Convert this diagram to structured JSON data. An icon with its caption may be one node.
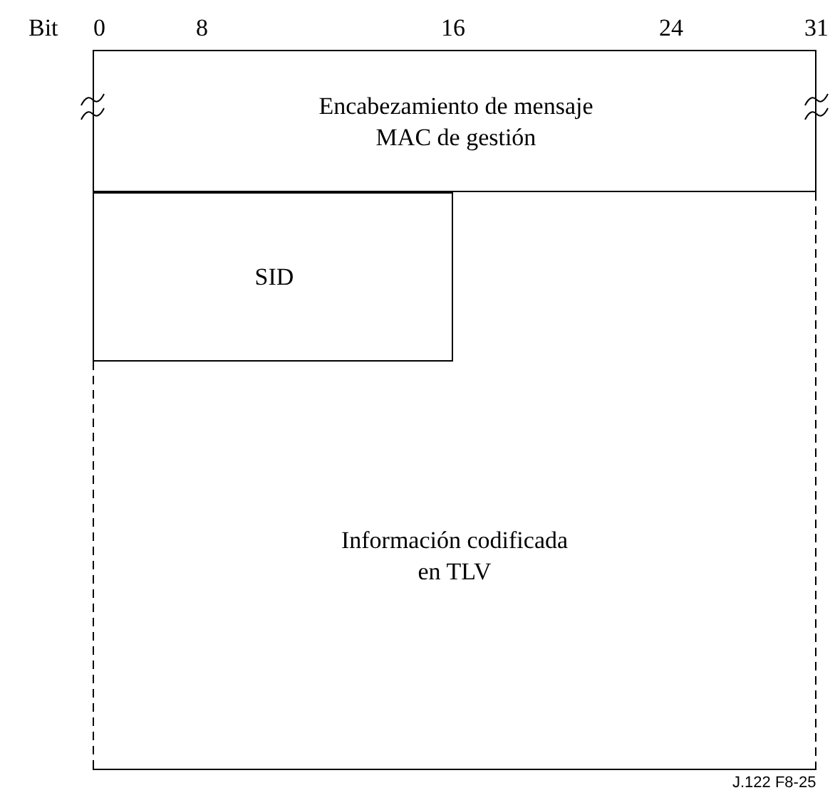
{
  "diagram": {
    "nodes": [
      {
        "text": [
          "Encabezamiento de mensaje MAC de gestión"
        ]
      },
      {
        "text": [
          "SID"
        ],
        "in": 2
      },
      {
        "text": [
          "Información codificada en TLV"
        ]
      }
    ],
    "labels": [
      "Bit",
      "0",
      "8",
      "16",
      "24",
      "31",
      "J.122 F8-25"
    ]
  }
}
